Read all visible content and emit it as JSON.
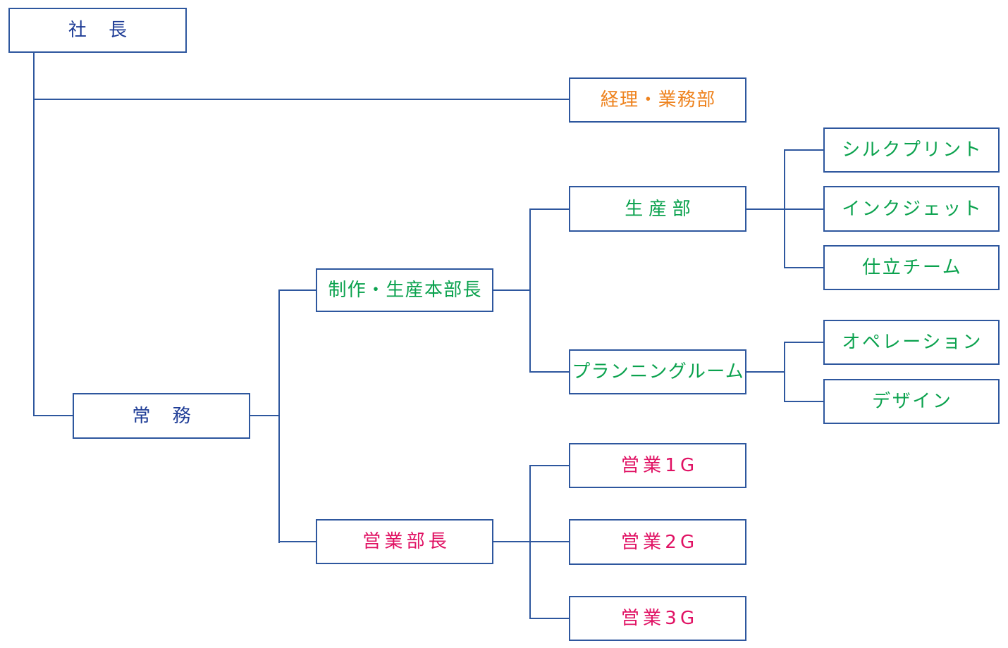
{
  "colors": {
    "box_border": "#2e579e",
    "connector_line": "#2e579e",
    "text_blue": "#1e3c96",
    "text_orange": "#ee831f",
    "text_green": "#0ba24e",
    "text_pink": "#e01163",
    "background": "#ffffff"
  },
  "org_chart": {
    "president": {
      "label": "社　長"
    },
    "accounting_operations_dept": {
      "label": "経理・業務部"
    },
    "managing_director": {
      "label": "常　務"
    },
    "production_hq_director": {
      "label": "制作・生産本部長"
    },
    "production_dept": {
      "label": "生産部"
    },
    "silk_print": {
      "label": "シルクプリント"
    },
    "inkjet": {
      "label": "インクジェット"
    },
    "tailoring_team": {
      "label": "仕立チーム"
    },
    "planning_room": {
      "label": "プランニングルーム"
    },
    "operation": {
      "label": "オペレーション"
    },
    "design": {
      "label": "デザイン"
    },
    "sales_director": {
      "label": "営業部長"
    },
    "sales_group_1": {
      "label": "営業1G"
    },
    "sales_group_2": {
      "label": "営業2G"
    },
    "sales_group_3": {
      "label": "営業3G"
    }
  }
}
